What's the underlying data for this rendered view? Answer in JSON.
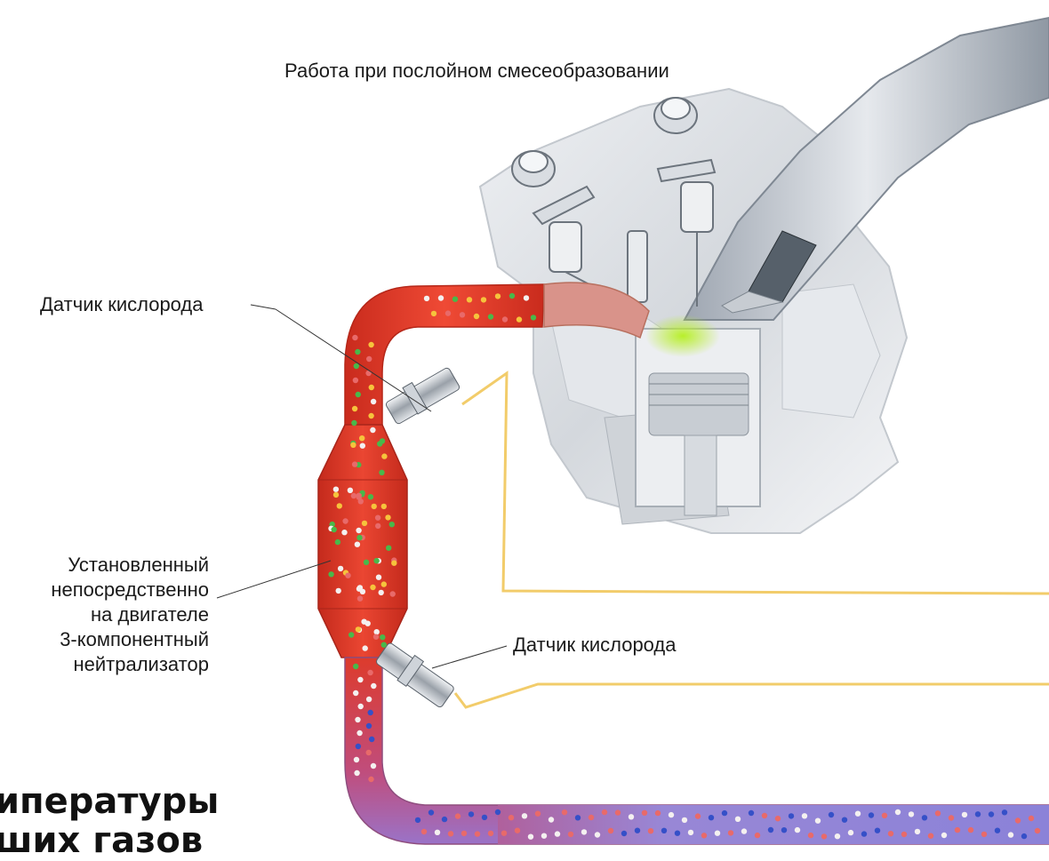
{
  "caption": "Работа при послойном смесеобразовании",
  "labels": {
    "sensor_upper": "Датчик кислорода",
    "sensor_lower": "Датчик кислорода",
    "catalyst_lines": [
      "Установленный",
      "непосредственно",
      "на двигателе",
      "3-компонентный",
      "нейтрализатор"
    ]
  },
  "section_heading_lines": [
    "ипературы",
    "ших газов"
  ],
  "colors": {
    "exhaust_hot": "#e03a2a",
    "exhaust_cool": "#8a84d8",
    "sensor_wire": "#f2cc6a",
    "engine_gray": "#d9dde2",
    "fuel_spray": "#a8e22a",
    "text": "#1a1a1a"
  },
  "particle_colors": [
    "#f6c33c",
    "#49b84a",
    "#f4f0f0",
    "#e86a6a",
    "#3550c8"
  ]
}
